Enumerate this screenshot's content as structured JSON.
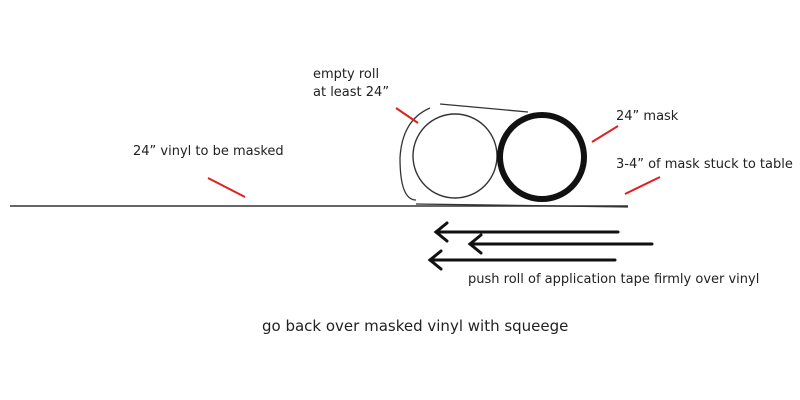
{
  "labels": {
    "vinyl": "24” vinyl to be masked",
    "empty_roll_line1": "empty roll",
    "empty_roll_line2": "at least 24”",
    "mask": "24” mask",
    "mask_stuck": "3-4” of mask stuck to table",
    "push": "push roll of application tape firmly over vinyl",
    "caption": "go back over masked vinyl with squeege"
  },
  "colors": {
    "ink": "#222222",
    "pointer": "#e02020"
  }
}
